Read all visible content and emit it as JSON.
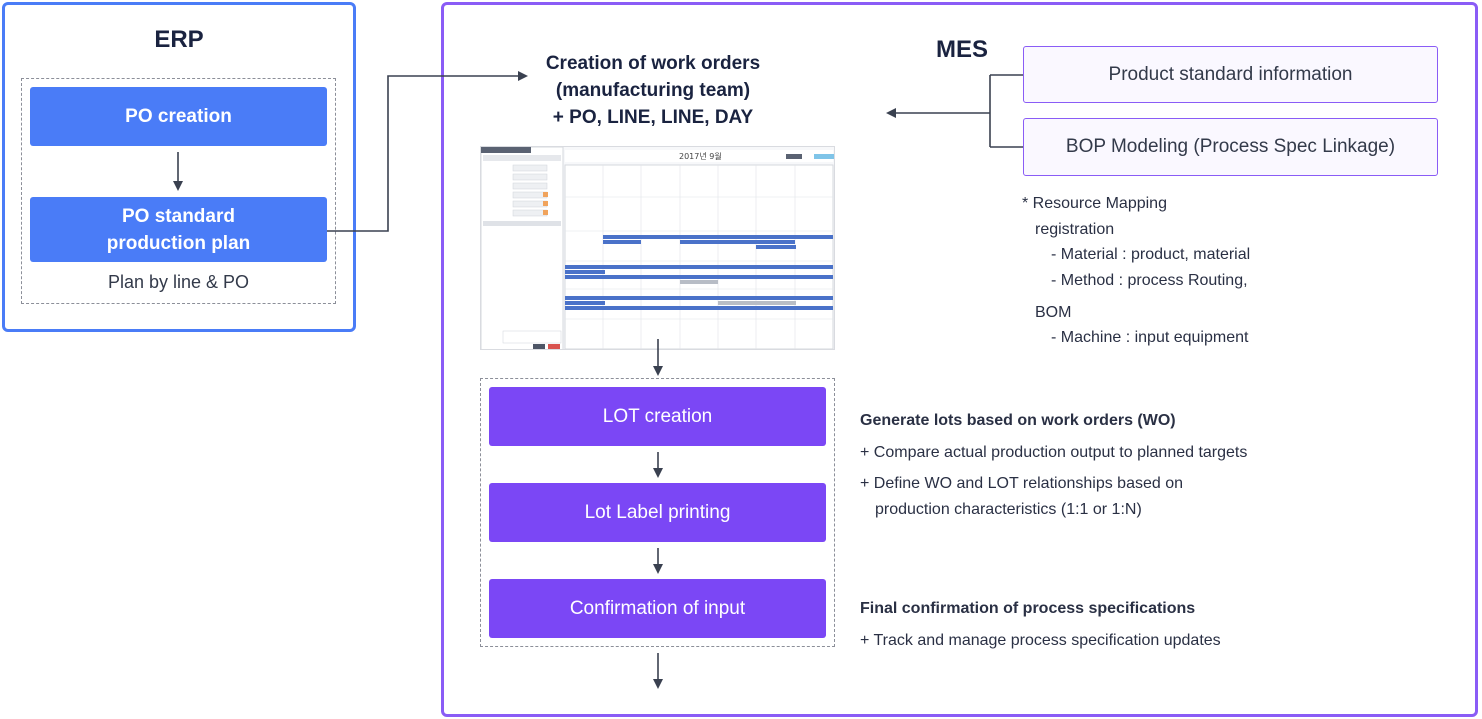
{
  "erp": {
    "title": "ERP",
    "po_creation": "PO creation",
    "po_plan_line1": "PO standard",
    "po_plan_line2": "production plan",
    "plan_caption": "Plan by line & PO"
  },
  "mes": {
    "title": "MES",
    "work_orders_line1": "Creation of work orders",
    "work_orders_line2": "(manufacturing team)",
    "work_orders_line3": "+ PO, LINE, LINE, DAY",
    "product_info": "Product standard information",
    "bop_modeling": "BOP Modeling (Process Spec Linkage)",
    "resource_mapping": {
      "line1": "* Resource Mapping",
      "line2": "registration",
      "line3": "- Material : product, material",
      "line4": "- Method : process Routing,",
      "line5": "BOM",
      "line6": "- Machine : input equipment"
    },
    "calendar_title": "2017년 9월",
    "lot_creation": "LOT creation",
    "lot_label": "Lot Label printing",
    "confirm_input": "Confirmation of input",
    "lots_heading": "Generate lots based on work orders (WO)",
    "lots_item1": "+ Compare actual production output to planned targets",
    "lots_item2_line1": "+ Define WO and LOT relationships based on",
    "lots_item2_line2": "production characteristics (1:1 or 1:N)",
    "final_heading": "Final confirmation of process specifications",
    "final_item1": "+ Track and manage process specification updates"
  },
  "colors": {
    "erp_accent": "#4a7cf7",
    "mes_accent": "#8a5cf6",
    "process_box": "#7b47f5",
    "arrow": "#3a4150"
  }
}
